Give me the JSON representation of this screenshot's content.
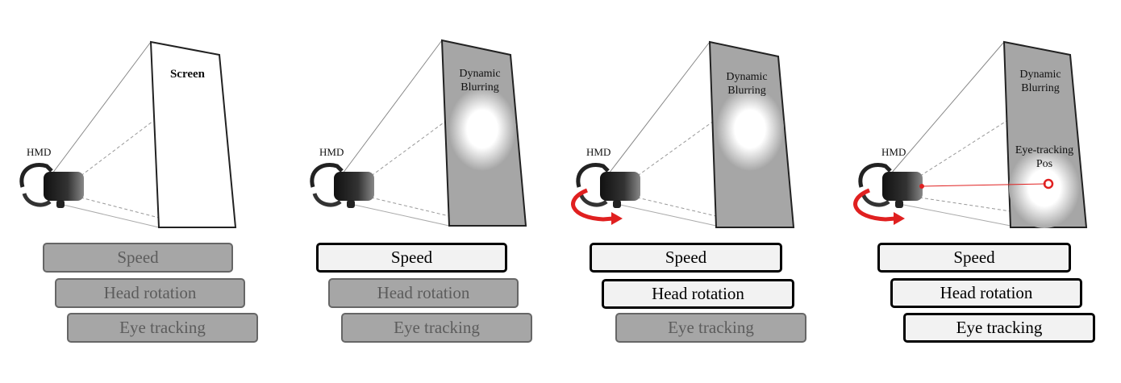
{
  "colors": {
    "inactive_fill": "#a6a6a6",
    "inactive_text": "#5c5c5c",
    "active_fill": "#f2f2f2",
    "active_border": "#000000",
    "arrow": "#e02020"
  },
  "panels": [
    {
      "hmd_label": "HMD",
      "screen_label": "Screen",
      "screen_style": "plain-white",
      "head_rotation_arrow": false,
      "gaze_marker_label": "",
      "buttons": [
        {
          "label": "Speed",
          "state": "inactive"
        },
        {
          "label": "Head rotation",
          "state": "inactive"
        },
        {
          "label": "Eye tracking",
          "state": "inactive"
        }
      ]
    },
    {
      "hmd_label": "HMD",
      "screen_label": "Dynamic Blurring",
      "screen_style": "blurred",
      "head_rotation_arrow": false,
      "gaze_marker_label": "",
      "buttons": [
        {
          "label": "Speed",
          "state": "active"
        },
        {
          "label": "Head rotation",
          "state": "inactive"
        },
        {
          "label": "Eye tracking",
          "state": "inactive"
        }
      ]
    },
    {
      "hmd_label": "HMD",
      "screen_label": "Dynamic Blurring",
      "screen_style": "blurred",
      "head_rotation_arrow": true,
      "gaze_marker_label": "",
      "buttons": [
        {
          "label": "Speed",
          "state": "active"
        },
        {
          "label": "Head rotation",
          "state": "active"
        },
        {
          "label": "Eye tracking",
          "state": "inactive"
        }
      ]
    },
    {
      "hmd_label": "HMD",
      "screen_label": "Dynamic Blurring",
      "screen_style": "blurred",
      "head_rotation_arrow": true,
      "gaze_marker_label": "Eye-tracking Pos",
      "buttons": [
        {
          "label": "Speed",
          "state": "active"
        },
        {
          "label": "Head rotation",
          "state": "active"
        },
        {
          "label": "Eye tracking",
          "state": "active"
        }
      ]
    }
  ]
}
